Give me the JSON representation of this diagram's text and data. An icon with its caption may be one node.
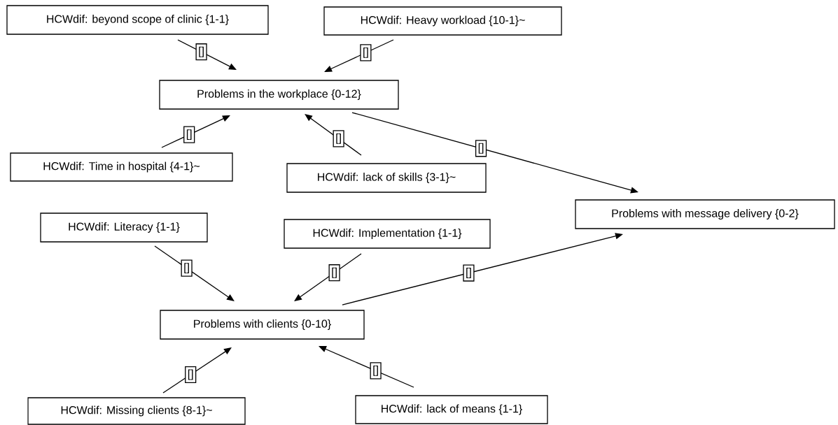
{
  "diagram": {
    "nodes": [
      {
        "text": [
          "HCWdif: beyond scope of clinic {1-1}"
        ]
      },
      {
        "text": [
          "HCWdif: Heavy workload {10-1}~"
        ]
      },
      {
        "text": [
          "Problems in the workplace {0-12}"
        ]
      },
      {
        "text": [
          "HCWdif: Time in hospital {4-1}~"
        ]
      },
      {
        "text": [
          "HCWdif: lack of skills {3-1}~"
        ]
      },
      {
        "text": [
          "Problems with message delivery {0-2}"
        ]
      },
      {
        "text": [
          "HCWdif: Literacy {1-1}"
        ]
      },
      {
        "text": [
          "HCWdif: Implementation {1-1}"
        ]
      },
      {
        "text": [
          "Problems with clients {0-10}"
        ]
      },
      {
        "text": [
          "HCWdif: Missing clients {8-1}~"
        ]
      },
      {
        "text": [
          "HCWdif: lack of means {1-1}"
        ]
      }
    ],
    "edges": [
      {
        "from": 0,
        "to": 2,
        "arrow": "to",
        "label": "[]"
      },
      {
        "from": 1,
        "to": 2,
        "arrow": "to",
        "label": "[]"
      },
      {
        "from": 3,
        "to": 2,
        "arrow": "to",
        "label": "[]"
      },
      {
        "from": 4,
        "to": 2,
        "arrow": "to",
        "label": "[]"
      },
      {
        "from": 2,
        "to": 5,
        "arrow": "to",
        "label": "[]"
      },
      {
        "from": 6,
        "to": 8,
        "arrow": "to",
        "label": "[]"
      },
      {
        "from": 7,
        "to": 8,
        "arrow": "to",
        "label": "[]"
      },
      {
        "from": 8,
        "to": 5,
        "arrow": "to",
        "label": "[]"
      },
      {
        "from": 9,
        "to": 8,
        "arrow": "to",
        "label": "[]"
      },
      {
        "from": 10,
        "to": 8,
        "arrow": "to",
        "label": "[]"
      }
    ]
  }
}
